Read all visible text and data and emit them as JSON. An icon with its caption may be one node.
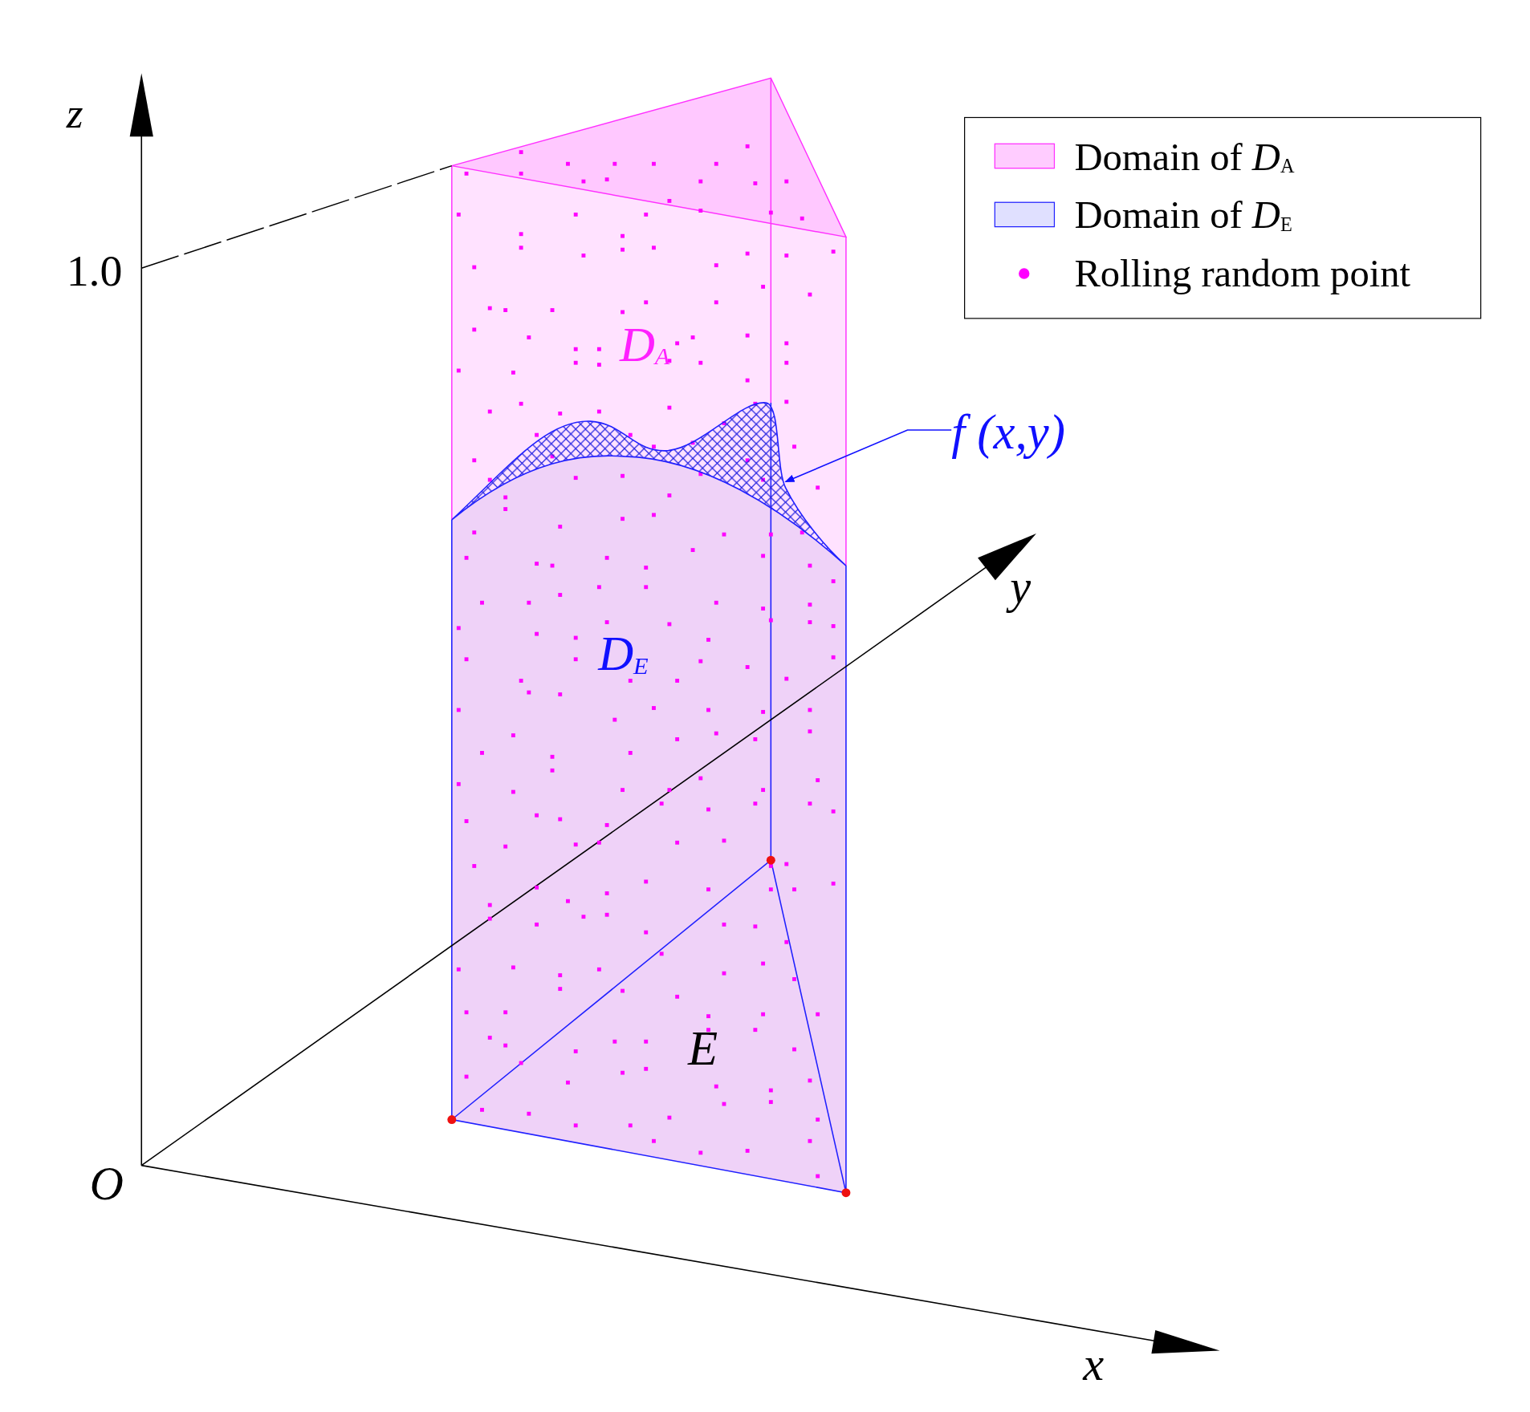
{
  "diagram": {
    "nodes": [
      {
        "text": [
          "f (x,y)"
        ]
      },
      {
        "text": [],
        "shape": "surface"
      }
    ],
    "edges": [
      {
        "from": 0,
        "to": 1,
        "arrow": "to"
      }
    ],
    "labels": [
      "z",
      "1.0",
      "O",
      "y",
      "x",
      "D$_{A}$",
      "D$_{E}$",
      "E"
    ],
    "legend": [
      {
        "text": "Domain of *D*$_{A}$",
        "color": "#ffccff"
      },
      {
        "text": "Domain of *D*$_{E}$",
        "color": "#e0e0ff"
      },
      {
        "text": "Rolling random point"
      }
    ]
  }
}
